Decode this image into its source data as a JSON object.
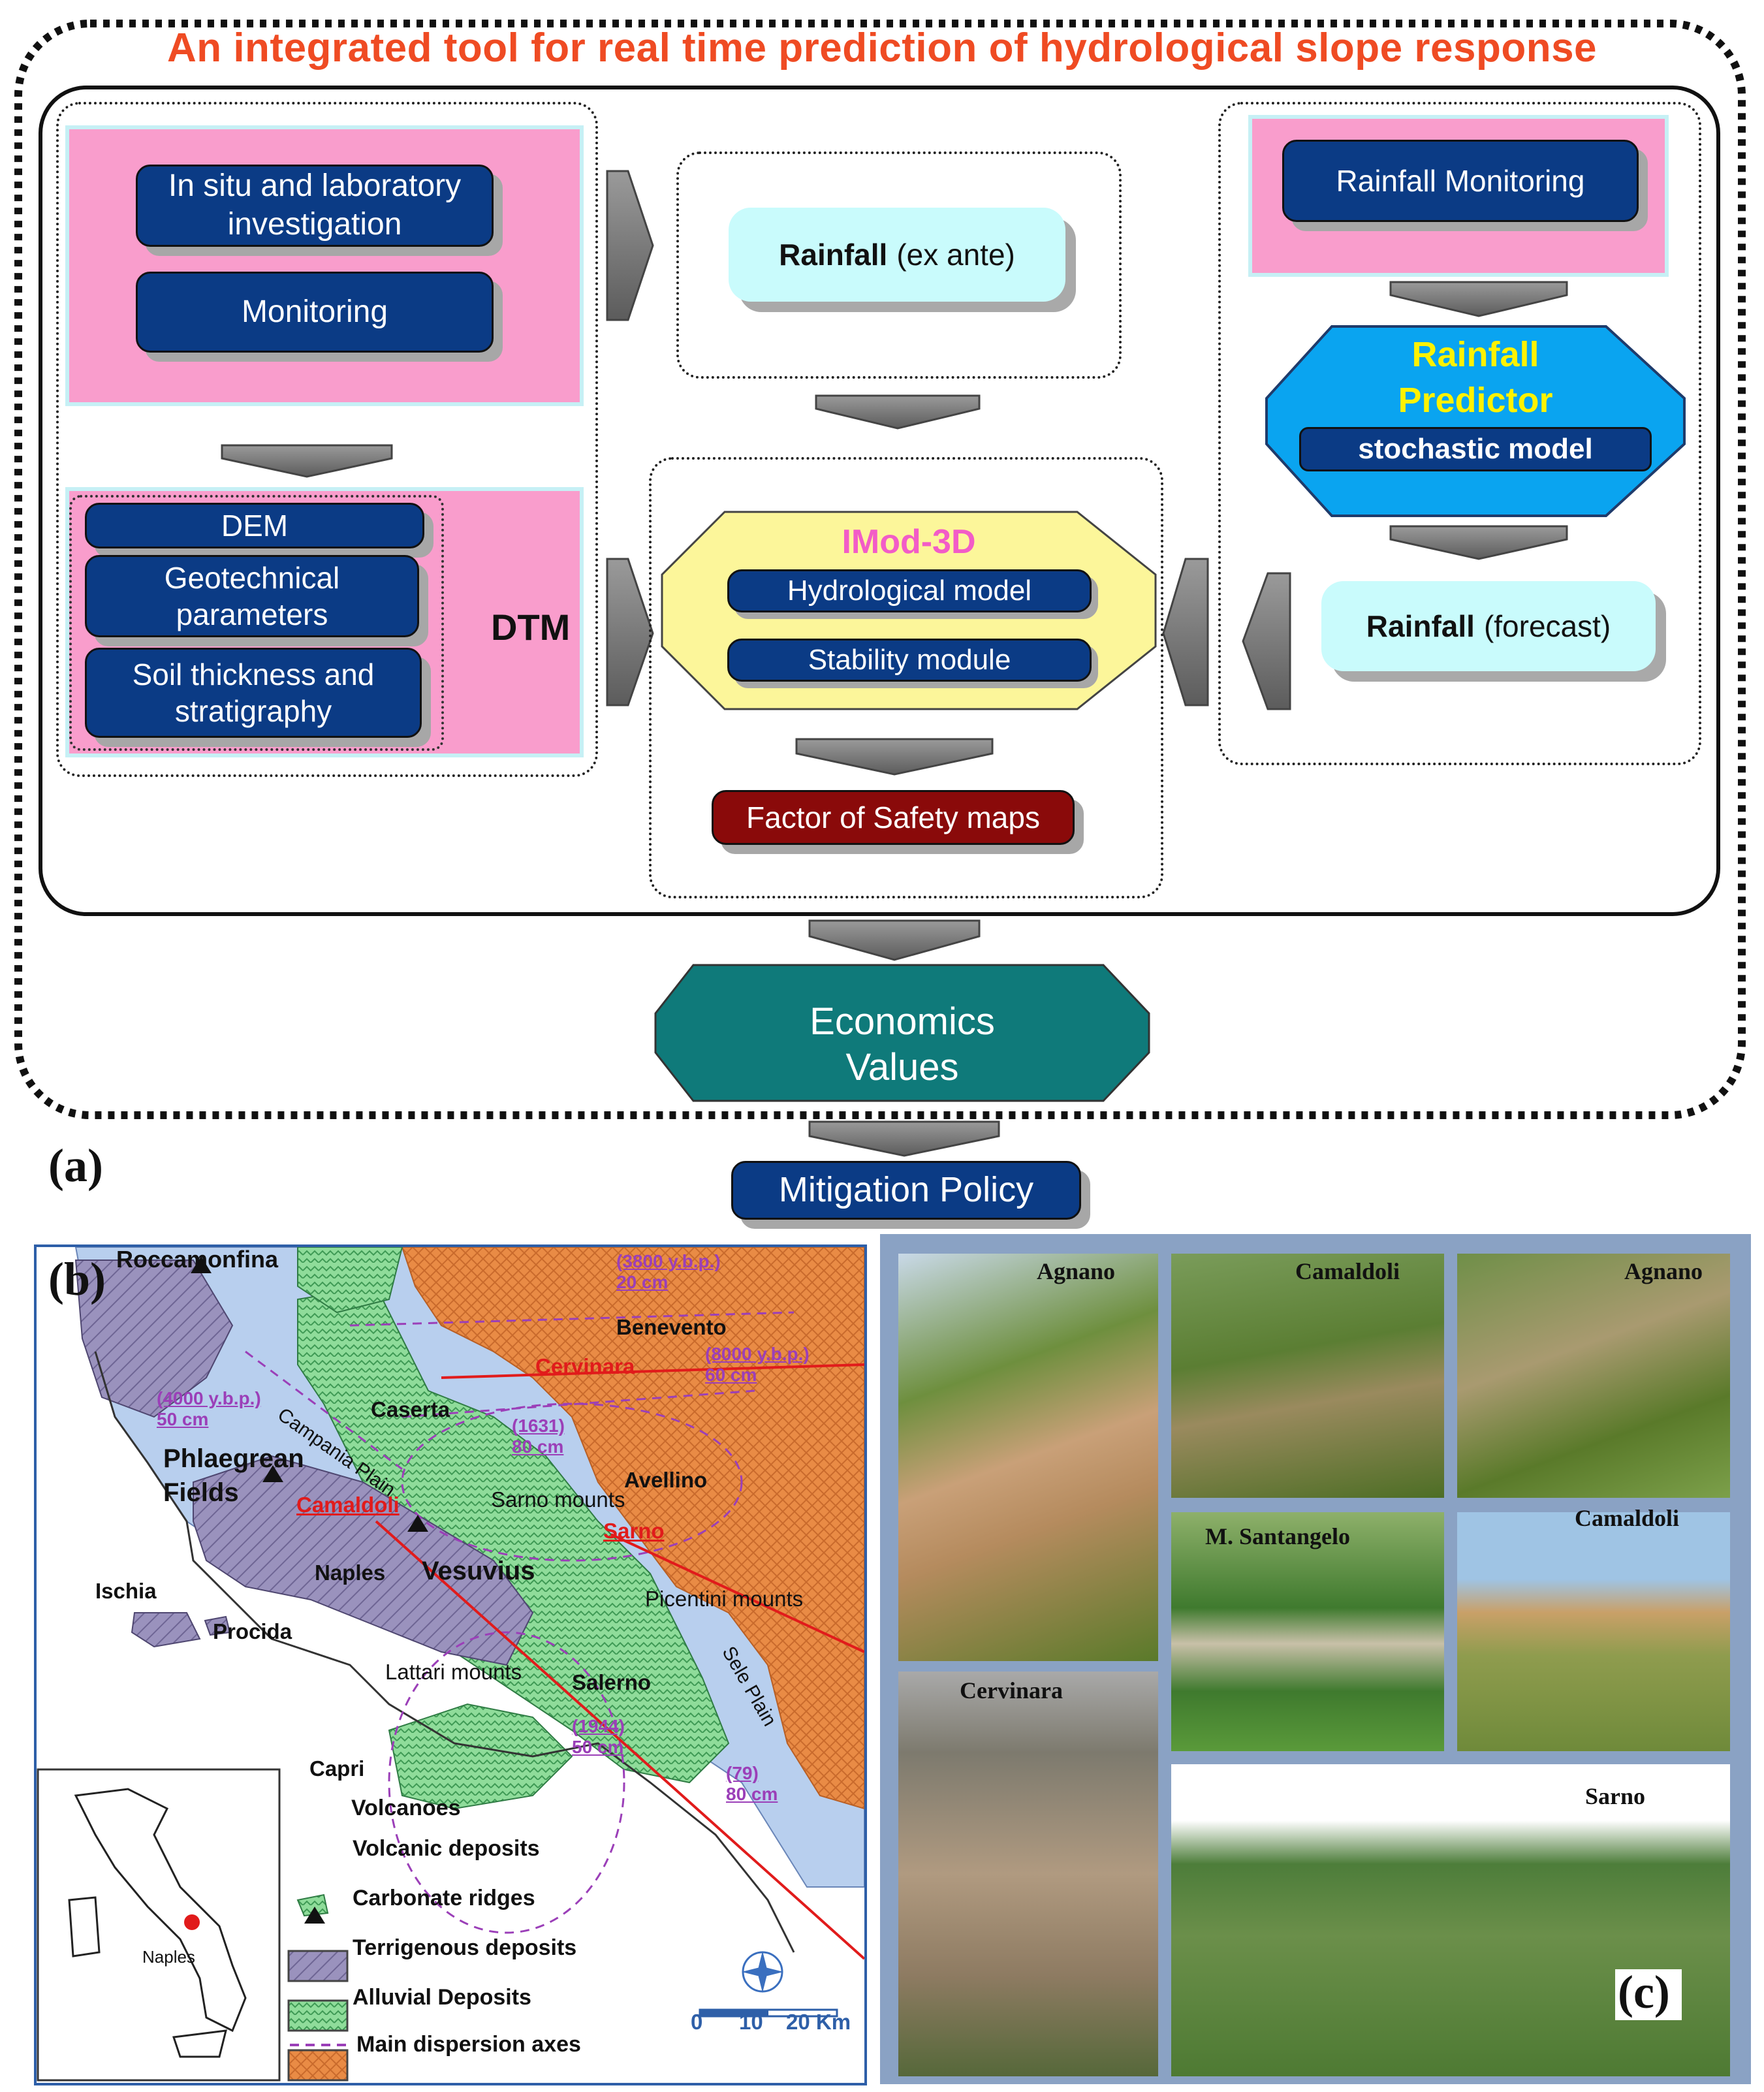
{
  "title": "An integrated tool for real time prediction of hydrological slope response",
  "panel_a": {
    "label": "(a)",
    "investigation": "In situ and laboratory investigation",
    "monitoring": "Monitoring",
    "dem": "DEM",
    "geotechnical": "Geotechnical parameters",
    "soil": "Soil thickness and stratigraphy",
    "dtm": "DTM",
    "rainfall_exante_bold": "Rainfall",
    "rainfall_exante_rest": "(ex ante)",
    "imod_title": "IMod-3D",
    "hydrological": "Hydrological model",
    "stability": "Stability module",
    "fos": "Factor of Safety maps",
    "rainfall_monitoring": "Rainfall Monitoring",
    "predictor_line1": "Rainfall",
    "predictor_line2": "Predictor",
    "stochastic": "stochastic model",
    "rainfall_forecast_bold": "Rainfall",
    "rainfall_forecast_rest": "(forecast)",
    "economics_line1": "Economics",
    "economics_line2": "Values",
    "mitigation": "Mitigation Policy",
    "colors": {
      "title": "#ef4b23",
      "pink": "#f99dcc",
      "navy": "#0b3b85",
      "cyan": "#c9fbfc",
      "imod": "#fcf69a",
      "predictor": "#0aa4f0",
      "fos": "#8a0a0a",
      "economics": "#0f7a7a"
    }
  },
  "panel_b": {
    "label": "(b)",
    "places": {
      "roccamonfina": "Roccamonfina",
      "benevento": "Benevento",
      "cervinara": "Cervinara",
      "caserta": "Caserta",
      "campania_plain": "Campania Plain",
      "phlegrean": "Phlaegrean",
      "fields": "Fields",
      "camaldoli": "Camaldoli",
      "avellino": "Avellino",
      "sarno_mounts": "Sarno mounts",
      "sarno": "Sarno",
      "naples": "Naples",
      "vesuvius": "Vesuvius",
      "ischia": "Ischia",
      "procida": "Procida",
      "picentini": "Picentini mounts",
      "lattari": "Lattari mounts",
      "salerno": "Salerno",
      "sele_plain": "Sele Plain",
      "capri": "Capri",
      "inset_naples": "Naples"
    },
    "eruptions": [
      {
        "line1": "(3800 y.b.p.)",
        "line2": "20 cm"
      },
      {
        "line1": "(8000 y.b.p.)",
        "line2": "60 cm"
      },
      {
        "line1": "(4000 y.b.p.)",
        "line2": "50 cm"
      },
      {
        "line1": "(1631)",
        "line2": "80 cm"
      },
      {
        "line1": "(1944)",
        "line2": "50 cm"
      },
      {
        "line1": "(79)",
        "line2": "80 cm"
      }
    ],
    "legend": [
      {
        "label": "Volcanoes",
        "icon": "volcano-icon"
      },
      {
        "label": "Volcanic deposits",
        "color": "#8f86b3"
      },
      {
        "label": "Carbonate ridges",
        "color": "#7bd08a"
      },
      {
        "label": "Terrigenous deposits",
        "color": "#e58a46"
      },
      {
        "label": "Alluvial Deposits",
        "color": "#b8cfee"
      },
      {
        "label": "Main dispersion axes",
        "color": "#9b3fb8"
      }
    ],
    "scale": {
      "t0": "0",
      "t1": "10",
      "t2": "20 Km"
    }
  },
  "panel_c": {
    "label": "(c)",
    "photos": [
      "Agnano",
      "Camaldoli",
      "Agnano",
      "M. Santangelo",
      "Camaldoli",
      "Cervinara",
      "Sarno"
    ]
  }
}
